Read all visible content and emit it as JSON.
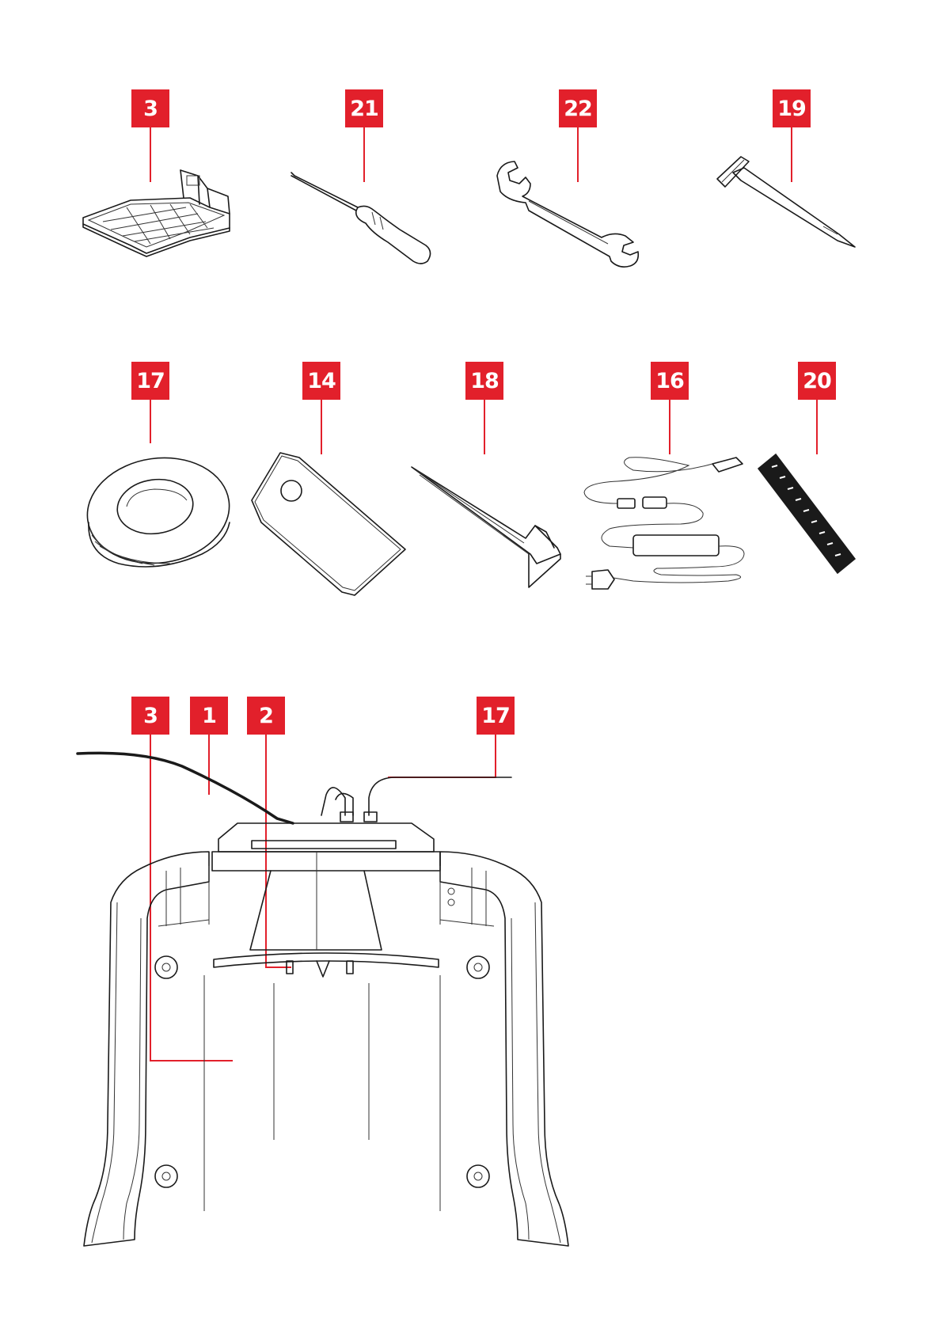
{
  "colors": {
    "accent": "#e2202b",
    "line": "#1a1a1a"
  },
  "row1": {
    "items": [
      {
        "label": "3",
        "part": "charging-station"
      },
      {
        "label": "21",
        "part": "screwdriver"
      },
      {
        "label": "22",
        "part": "wrench"
      },
      {
        "label": "19",
        "part": "hammer"
      }
    ]
  },
  "row2": {
    "items": [
      {
        "label": "17",
        "part": "boundary-wire-spool"
      },
      {
        "label": "14",
        "part": "spare-blade"
      },
      {
        "label": "18",
        "part": "ground-peg"
      },
      {
        "label": "16",
        "part": "power-supply"
      },
      {
        "label": "20",
        "part": "distance-ruler"
      }
    ]
  },
  "diagram": {
    "items": [
      {
        "label": "3",
        "part": "charging-station"
      },
      {
        "label": "1",
        "part": "boundary-wire"
      },
      {
        "label": "2",
        "part": "charging-contacts"
      },
      {
        "label": "17",
        "part": "low-voltage-cable"
      }
    ]
  }
}
